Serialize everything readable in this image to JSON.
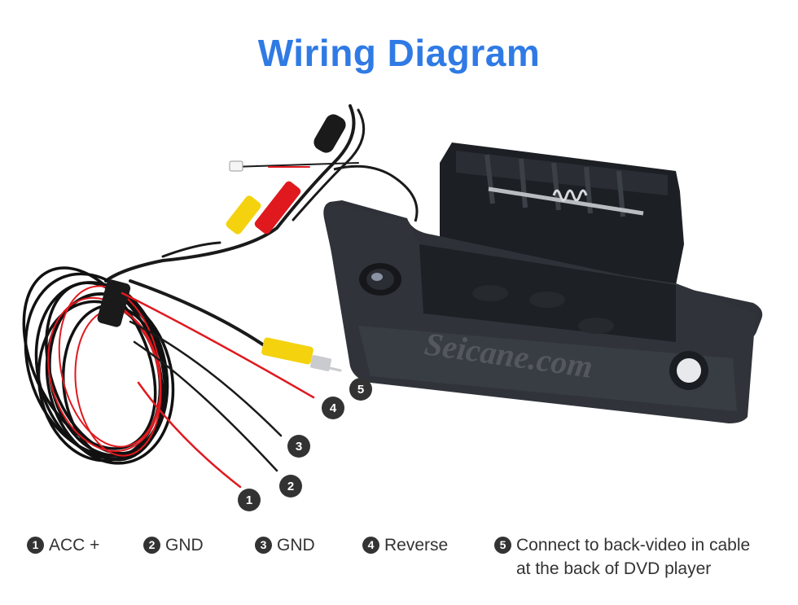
{
  "title": "Wiring Diagram",
  "watermark": "Seicane.com",
  "callouts": [
    {
      "num": "1"
    },
    {
      "num": "2"
    },
    {
      "num": "3"
    },
    {
      "num": "4"
    },
    {
      "num": "5"
    }
  ],
  "legend": [
    {
      "num": "1",
      "label": "ACC +"
    },
    {
      "num": "2",
      "label": "GND"
    },
    {
      "num": "3",
      "label": "GND"
    },
    {
      "num": "4",
      "label": "Reverse"
    },
    {
      "num": "5",
      "label": "Connect to back-video in cable",
      "label2": "at the back of DVD player"
    }
  ],
  "colors": {
    "title": "#2f7ae5",
    "cable": "#1a1a1a",
    "red_wire": "#e0191f",
    "yellow_rca": "#f4d20e",
    "housing": "#2b2f35",
    "badge": "#333333"
  }
}
